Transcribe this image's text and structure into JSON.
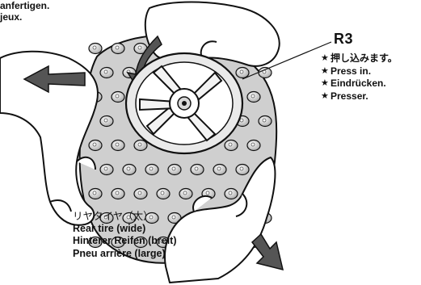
{
  "colors": {
    "ink": "#111111",
    "paper": "#ffffff",
    "tire": "#d0d0d0",
    "spike": "#ececec"
  },
  "corner_text": {
    "line1": "anfertigen.",
    "line2": "jeux."
  },
  "part": {
    "id": "R3"
  },
  "instructions": [
    {
      "icon": "star-icon",
      "symbol": "★",
      "text": "押し込みます。"
    },
    {
      "icon": "star-icon",
      "symbol": "★",
      "text": "Press in."
    },
    {
      "icon": "star-icon",
      "symbol": "★",
      "text": "Eindrücken."
    },
    {
      "icon": "star-icon",
      "symbol": "★",
      "text": "Presser."
    }
  ],
  "tire_label": {
    "jp": "リヤタイヤ（太）",
    "en": "Rear tire (wide)",
    "de": "Hinterer Reifen (breit)",
    "fr": "Pneu arrière (large)"
  },
  "illustration": {
    "subject": "hands pressing wheel into spiked rear tire",
    "arrows": [
      "left-arrow-icon",
      "down-right-arrow-icon",
      "curved-arrow-icon"
    ]
  }
}
